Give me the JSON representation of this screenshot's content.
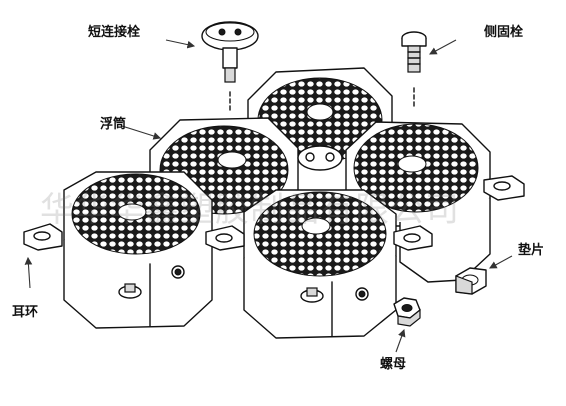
{
  "labels": {
    "short_bolt": "短连接栓",
    "side_bolt": "侧固栓",
    "float": "浮筒",
    "pad": "垫片",
    "ear_ring": "耳环",
    "nut": "螺母"
  },
  "watermark": "华华华鑫塑胶制品有限公司"
}
